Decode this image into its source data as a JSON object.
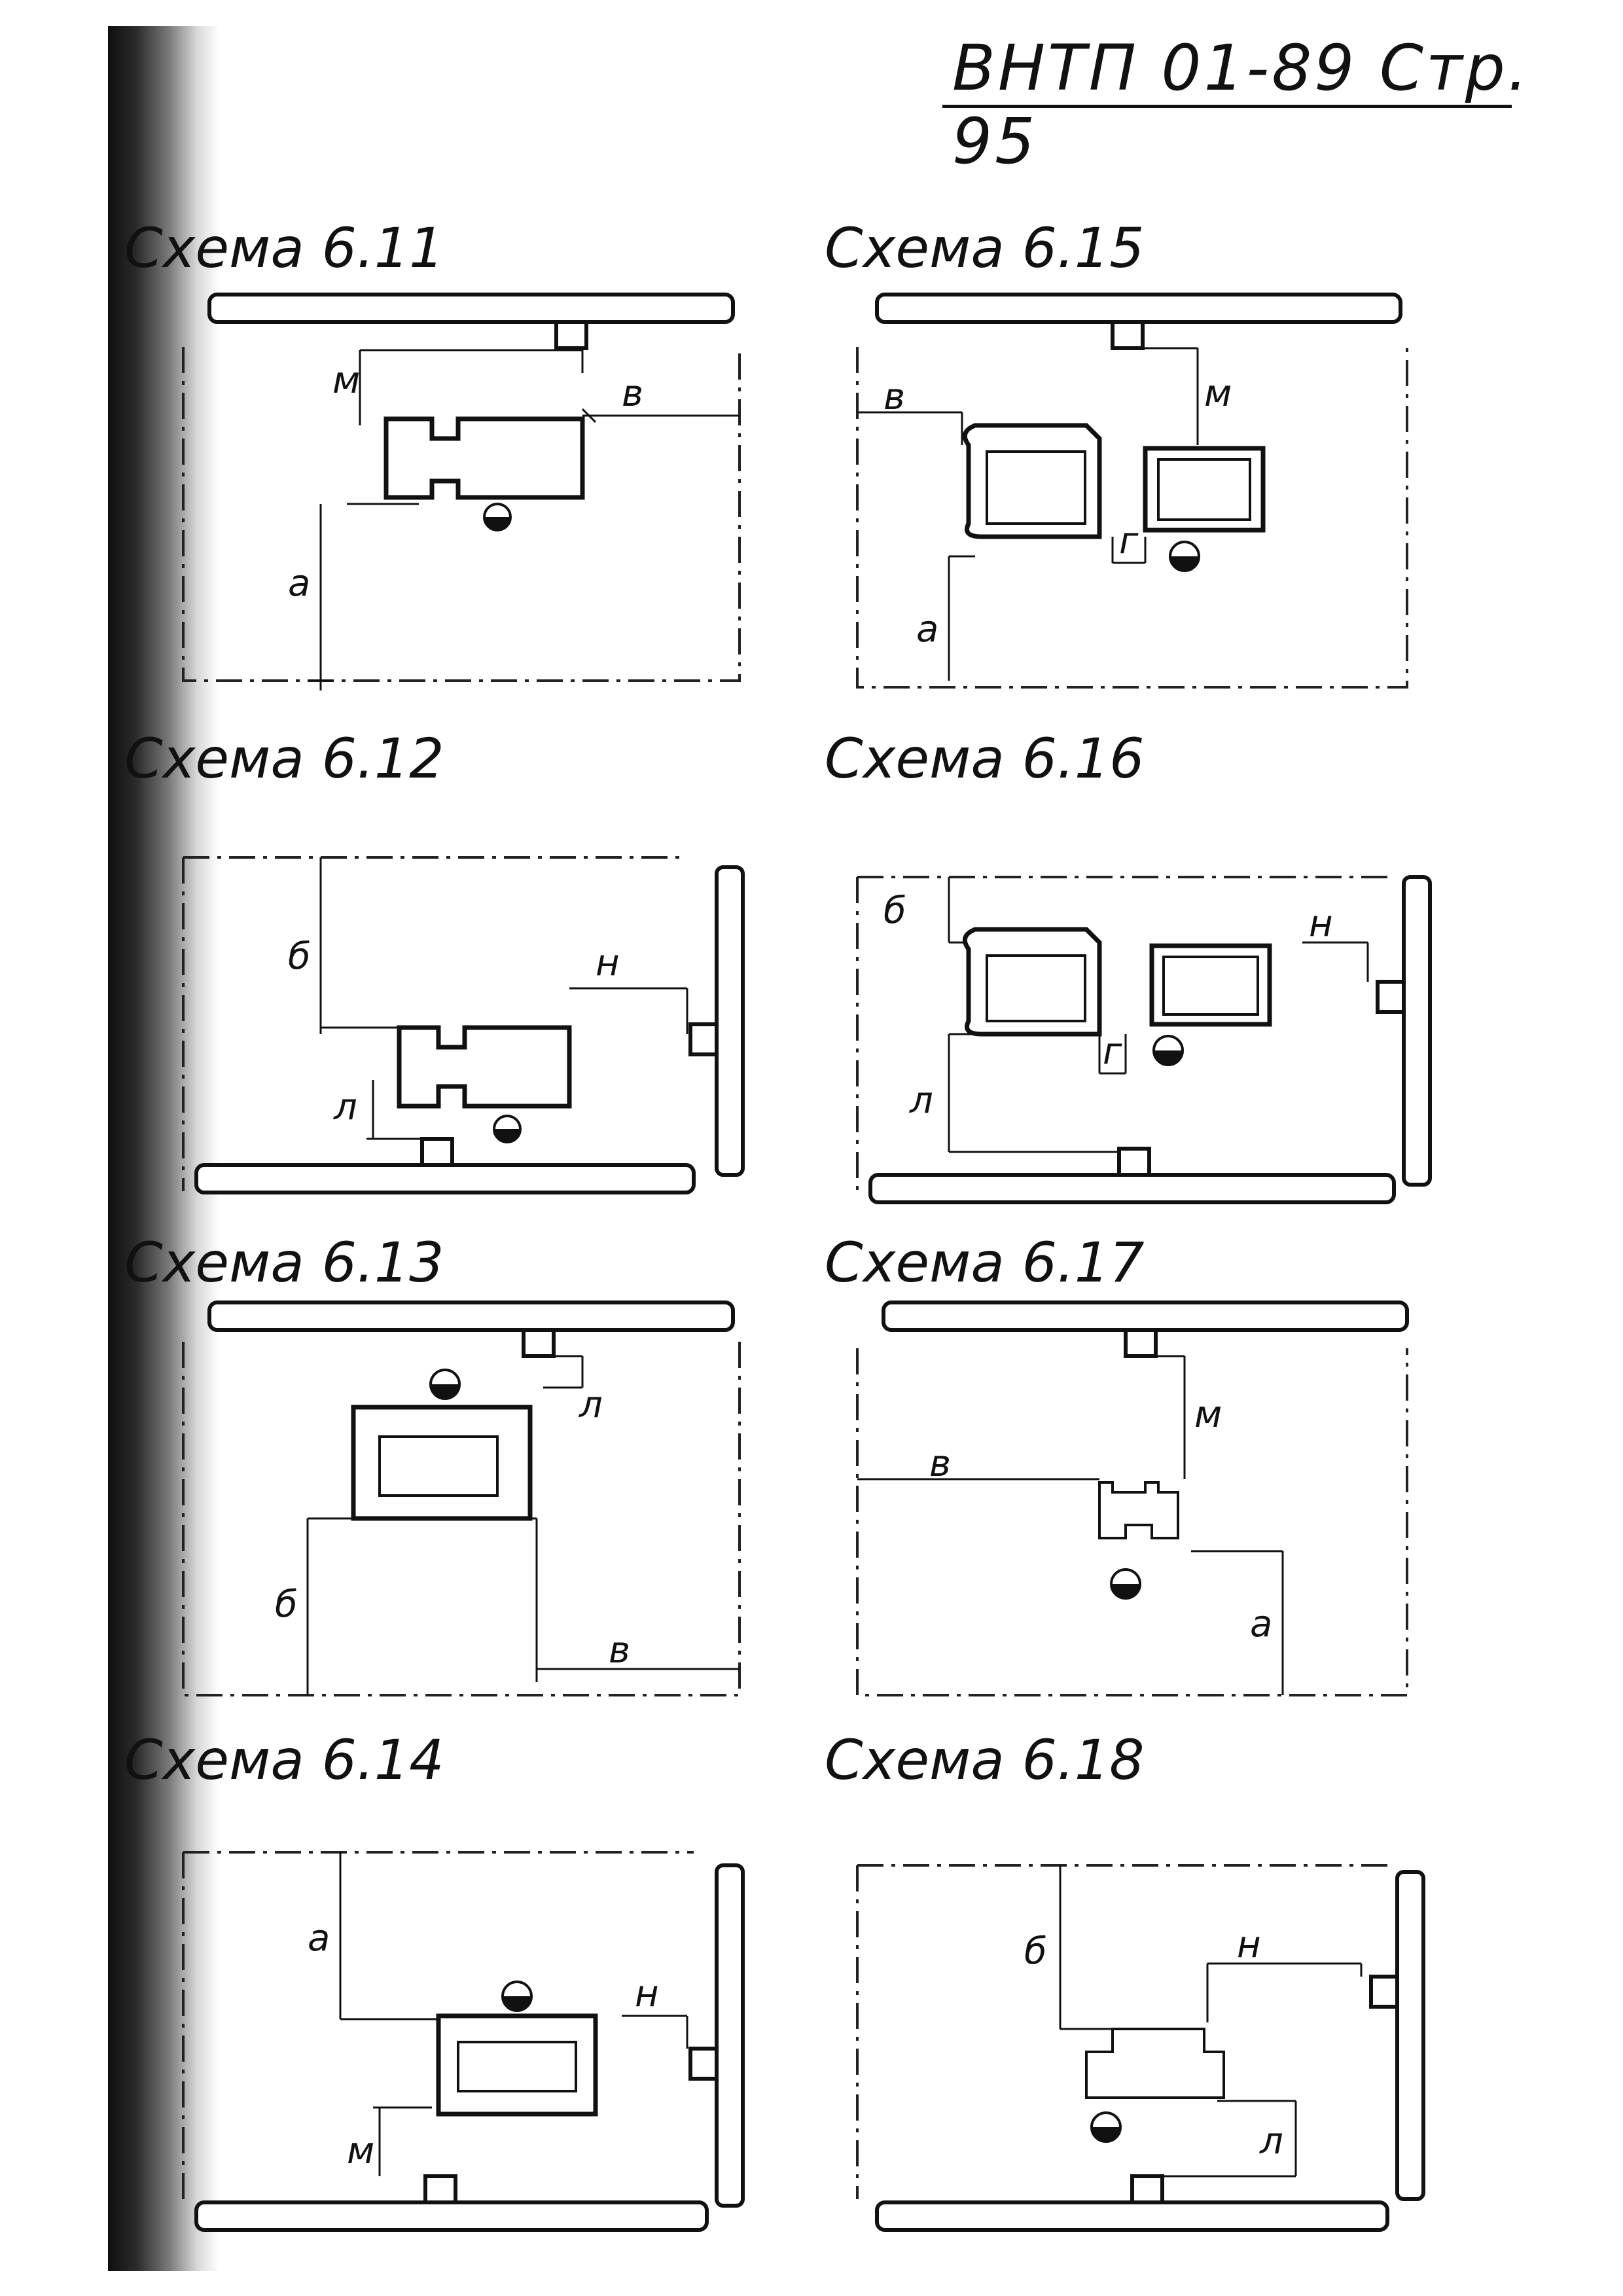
{
  "header": {
    "text": "ВНТП 01-89 Стр. 95"
  },
  "schemes": [
    {
      "id": "6.11",
      "title": "Схема 6.11",
      "labels": [
        "м",
        "в",
        "а"
      ]
    },
    {
      "id": "6.12",
      "title": "Схема 6.12",
      "labels": [
        "б",
        "н",
        "л"
      ]
    },
    {
      "id": "6.13",
      "title": "Схема 6.13",
      "labels": [
        "л",
        "б",
        "в"
      ]
    },
    {
      "id": "6.14",
      "title": "Схема 6.14",
      "labels": [
        "а",
        "н",
        "м"
      ]
    },
    {
      "id": "6.15",
      "title": "Схема 6.15",
      "labels": [
        "в",
        "м",
        "г",
        "а"
      ]
    },
    {
      "id": "6.16",
      "title": "Схема 6.16",
      "labels": [
        "б",
        "н",
        "г",
        "л"
      ]
    },
    {
      "id": "6.17",
      "title": "Схема 6.17",
      "labels": [
        "в",
        "м",
        "а"
      ]
    },
    {
      "id": "6.18",
      "title": "Схема 6.18",
      "labels": [
        "б",
        "н",
        "л"
      ]
    }
  ]
}
